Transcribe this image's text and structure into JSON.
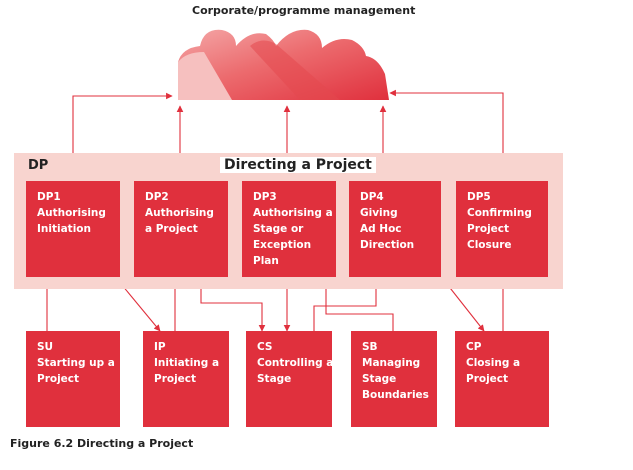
{
  "header": {
    "label": "Corporate/programme management"
  },
  "band": {
    "code": "DP",
    "title": "Directing a Project"
  },
  "dp_boxes": [
    {
      "id": "dp1",
      "lines": [
        "DP1",
        "Authorising",
        "Initiation"
      ]
    },
    {
      "id": "dp2",
      "lines": [
        "DP2",
        "Authorising",
        "a Project"
      ]
    },
    {
      "id": "dp3",
      "lines": [
        "DP3",
        "Authorising a",
        "Stage or",
        "Exception",
        "Plan"
      ]
    },
    {
      "id": "dp4",
      "lines": [
        "DP4",
        "Giving",
        "Ad Hoc",
        "Direction"
      ]
    },
    {
      "id": "dp5",
      "lines": [
        "DP5",
        "Confirming",
        "Project",
        "Closure"
      ]
    }
  ],
  "process_boxes": [
    {
      "id": "su",
      "lines": [
        "SU",
        "Starting up a",
        "Project"
      ]
    },
    {
      "id": "ip",
      "lines": [
        "IP",
        "Initiating a",
        "Project"
      ]
    },
    {
      "id": "cs",
      "lines": [
        "CS",
        "Controlling a",
        "Stage"
      ]
    },
    {
      "id": "sb",
      "lines": [
        "SB",
        "Managing",
        "Stage",
        "Boundaries"
      ]
    },
    {
      "id": "cp",
      "lines": [
        "CP",
        "Closing a",
        "Project"
      ]
    }
  ],
  "caption": "Figure 6.2 Directing a Project",
  "colors": {
    "accent": "#e0303d",
    "band": "#f8d4cf",
    "arrow": "#e0303d"
  }
}
